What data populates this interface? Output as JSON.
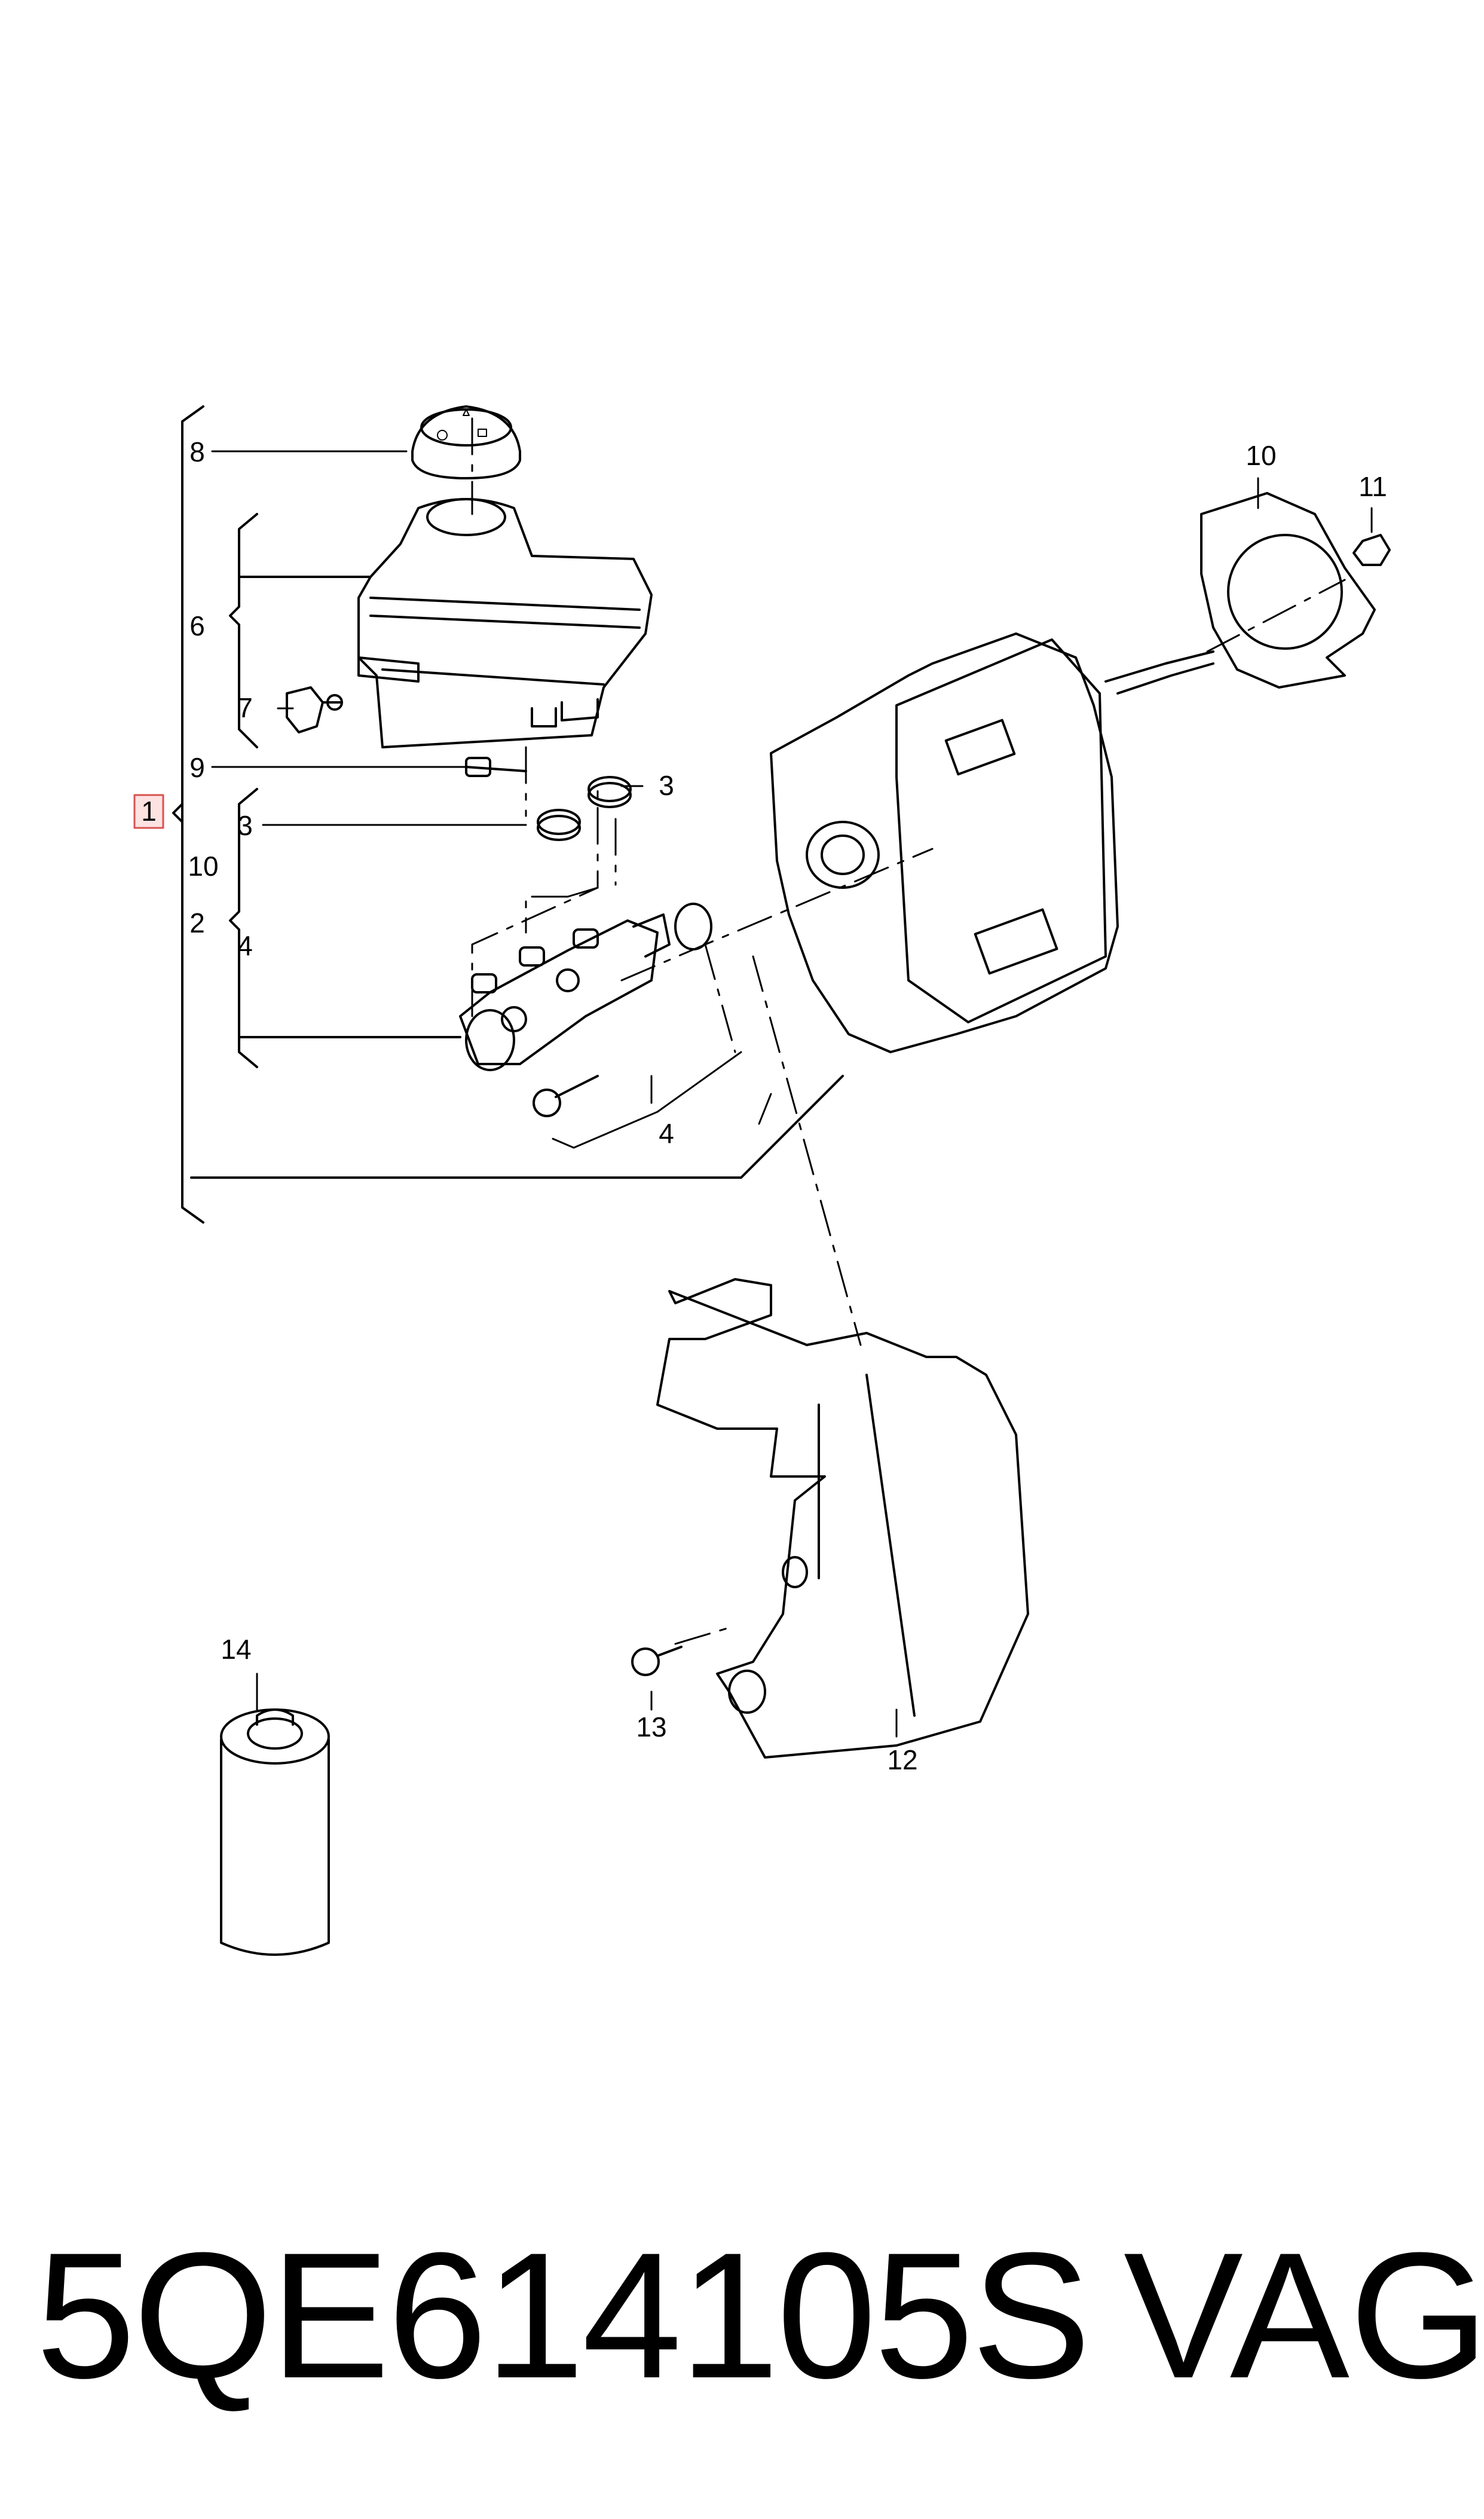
{
  "labels": {
    "l1": "1",
    "l2": "2",
    "l3a": "3",
    "l3b": "3",
    "l4a": "4",
    "l4b": "4",
    "l6": "6",
    "l7": "7",
    "l8": "8",
    "l9": "9",
    "l10a": "10",
    "l10b": "10",
    "l11": "11",
    "l12": "12",
    "l13": "13",
    "l14": "14"
  },
  "footer": {
    "part_number": "5QE614105S",
    "brand": "VAG"
  },
  "colors": {
    "line": "#000000",
    "highlight_fill": "#fde2e2",
    "highlight_stroke": "#d9534f"
  }
}
